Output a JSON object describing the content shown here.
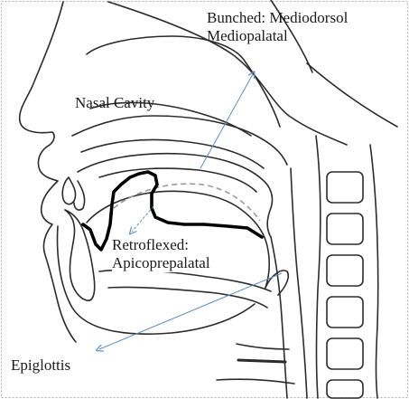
{
  "labels": {
    "bunched_line1": "Bunched: Mediodorsol",
    "bunched_line2": "Mediopalatal",
    "nasal_cavity": "Nasal Cavity",
    "retroflexed_line1": "Retroflexed:",
    "retroflexed_line2": "Apicoprepalatal",
    "epiglottis": "Epiglottis"
  },
  "colors": {
    "outline": "#2b2b2b",
    "tongue_retroflexed": "#000000",
    "tongue_bunched_dashed": "#9a9a9a",
    "arrow": "#5b8ec4",
    "frame": "#b0b0b0"
  }
}
